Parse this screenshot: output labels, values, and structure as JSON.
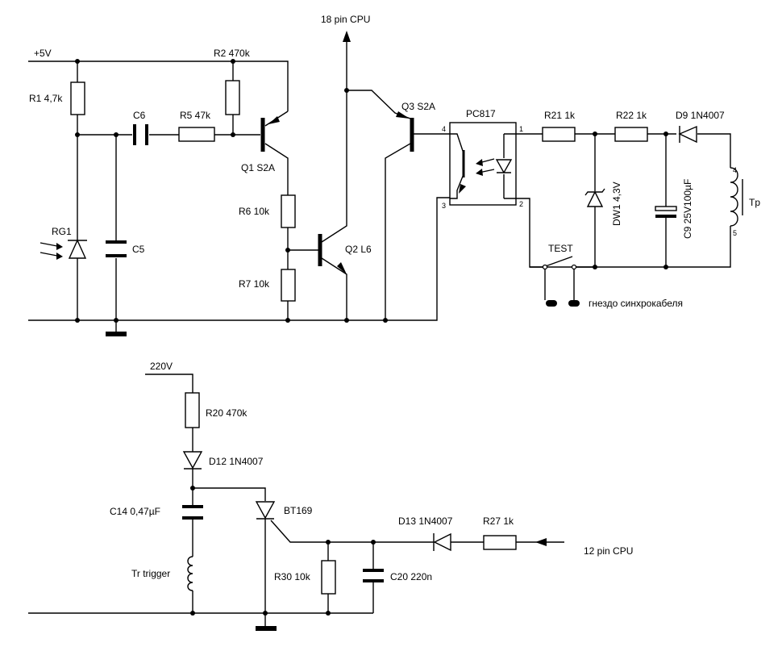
{
  "labels": {
    "vcc": "+5V",
    "cpu18": "18 pin CPU",
    "cpu12": "12 pin CPU",
    "ac": "220V",
    "r1": "R1 4,7k",
    "r2": "R2 470k",
    "r5": "R5 47k",
    "r6": "R6 10k",
    "r7": "R7 10k",
    "r20": "R20 470k",
    "r21": "R21 1k",
    "r22": "R22 1k",
    "r27": "R27 1k",
    "r30": "R30 10k",
    "c5": "C5",
    "c6": "C6",
    "c9": "C9 25V100µF",
    "c14": "C14 0,47µF",
    "c20": "C20 220n",
    "rg1": "RG1",
    "q1": "Q1 S2A",
    "q2": "Q2  L6",
    "q3": "Q3 S2A",
    "pc817": "PC817",
    "pin1": "1",
    "pin2": "2",
    "pin3": "3",
    "pin4": "4",
    "d9": "D9 1N4007",
    "d12": "D12 1N4007",
    "d13": "D13 1N4007",
    "dw1": "DW1 4,3V",
    "bt169": "BT169",
    "test": "TEST",
    "sync": "гнездо синхрокабеля",
    "tp": "Tp",
    "tp4": "4",
    "tp5": "5",
    "trtrigger": "Tr trigger"
  }
}
